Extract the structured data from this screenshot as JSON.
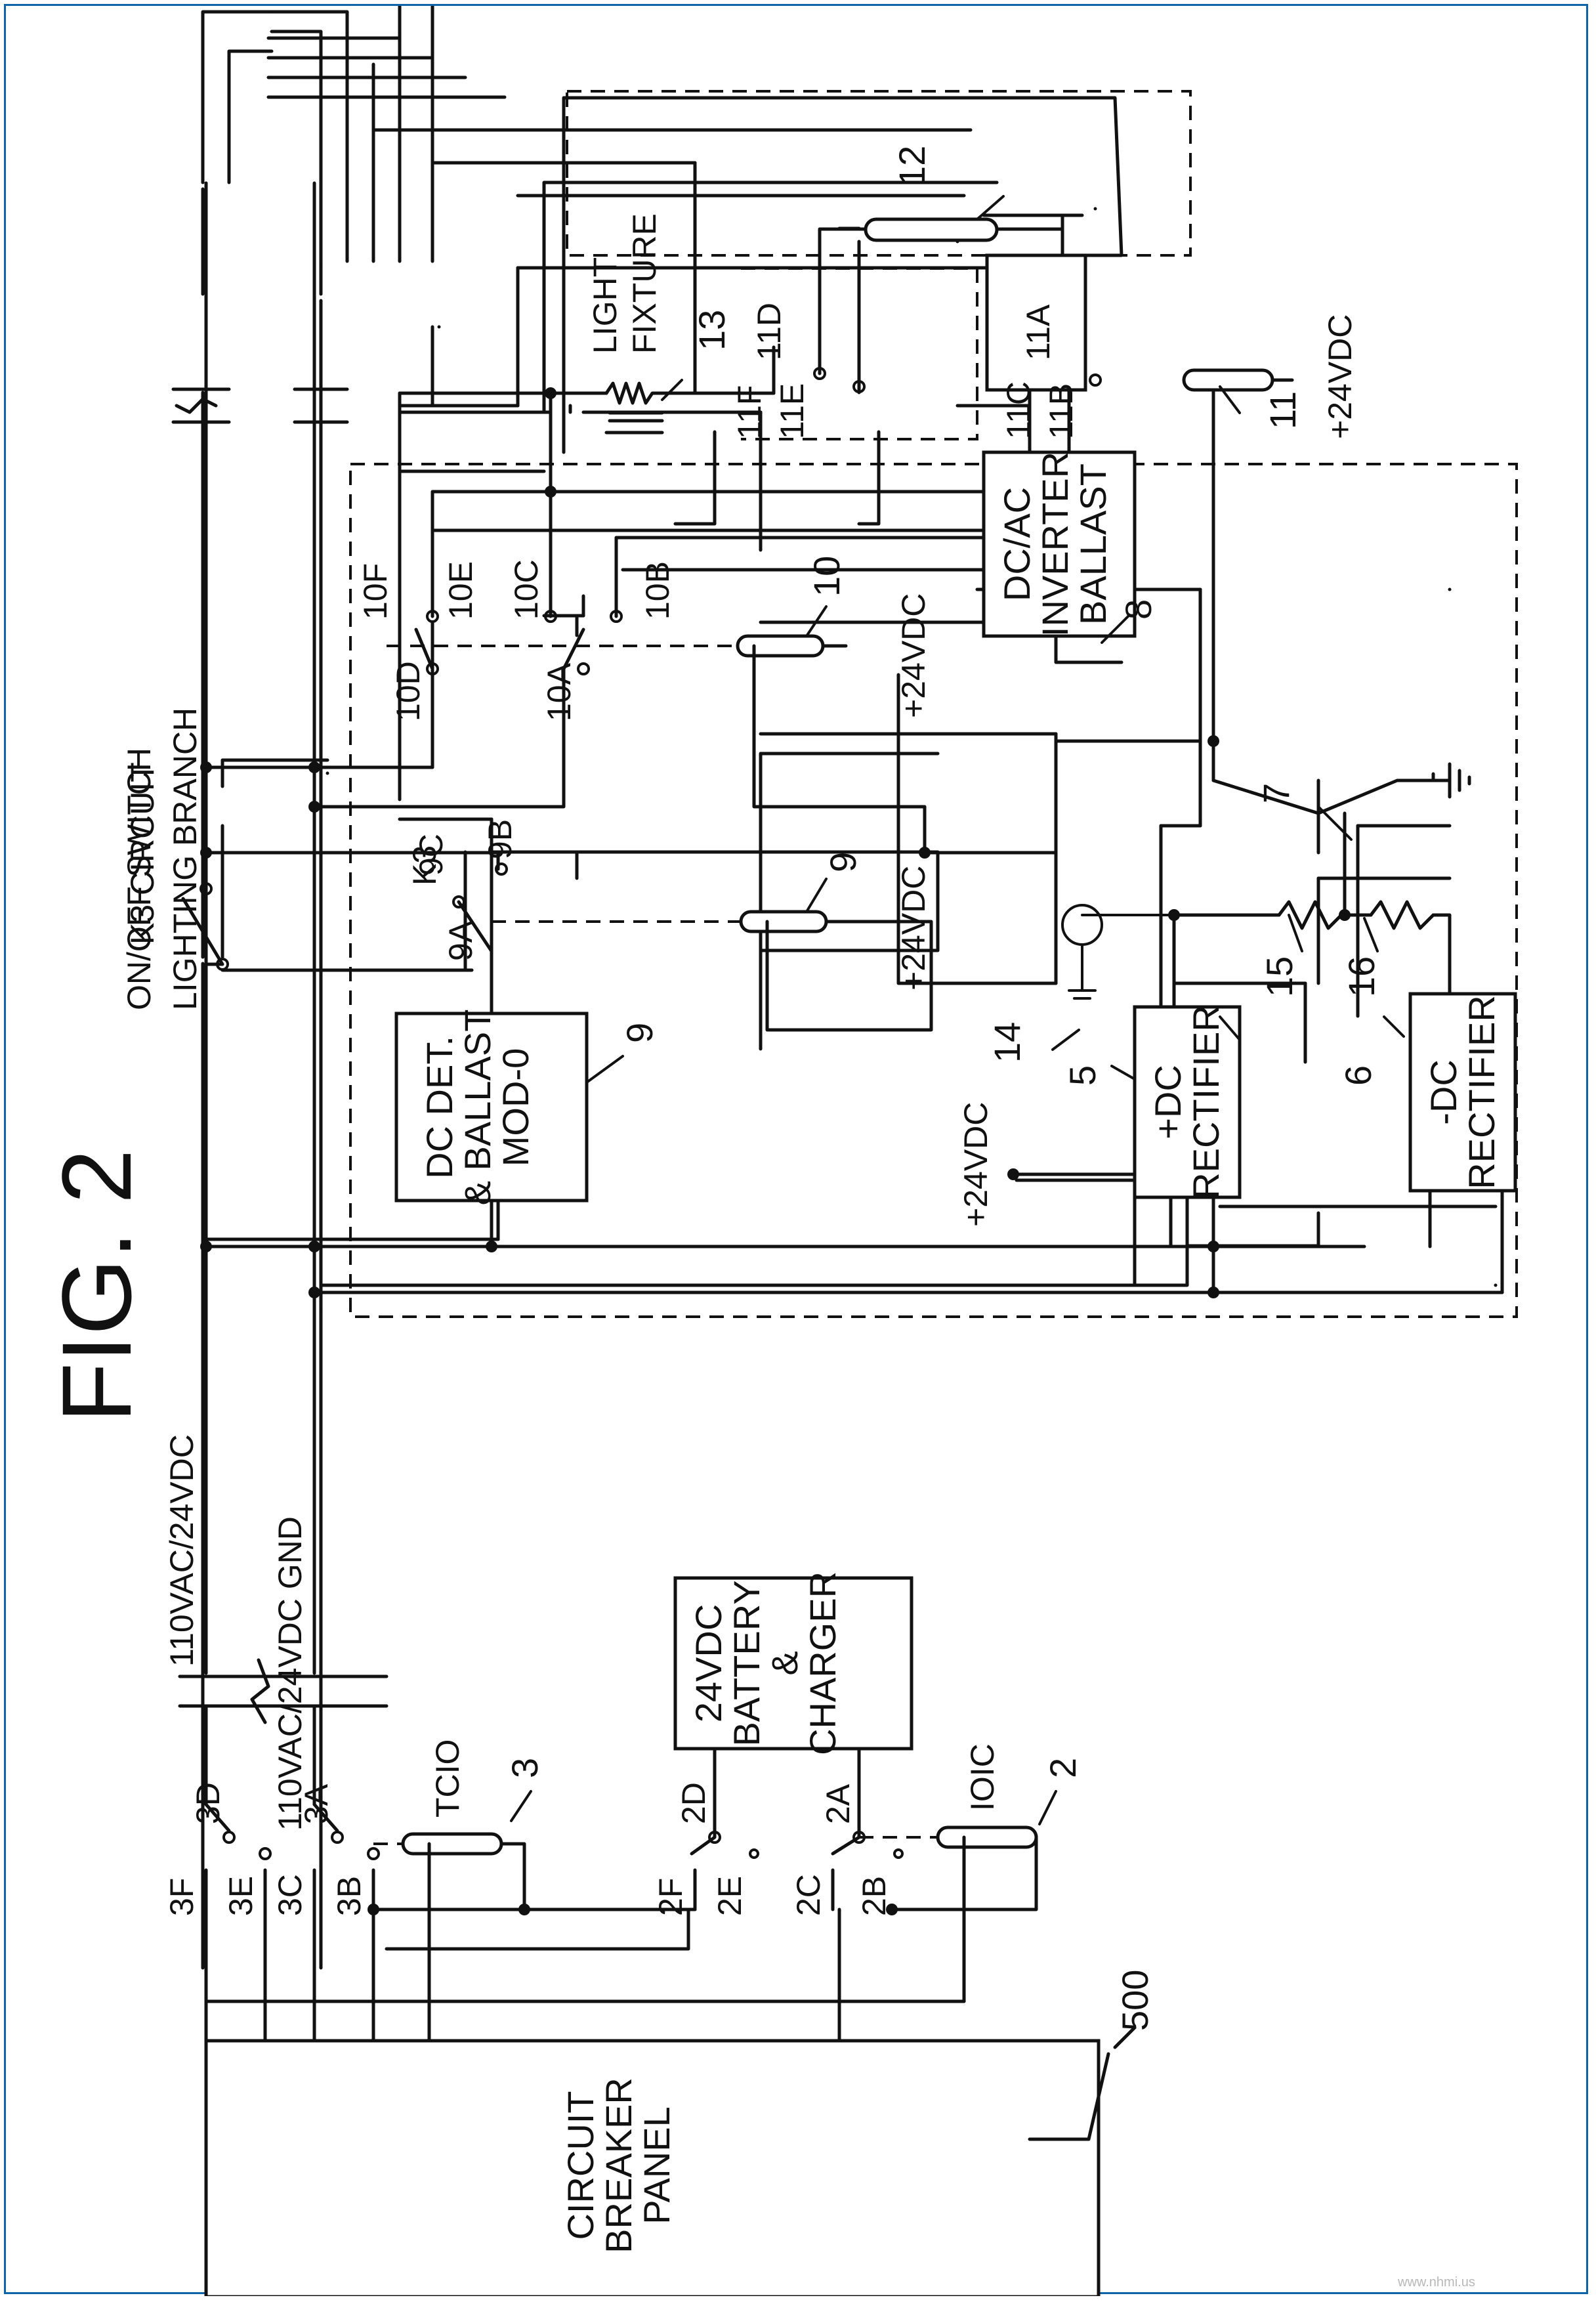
{
  "figure": {
    "title": "FIG. 2"
  },
  "labels": {
    "panel_ref": "500",
    "line_ac_dc": "110VAC/24VDC",
    "line_gnd": "110VAC/24VDC GND",
    "on_off_1": "ON/OFF SWITCH",
    "on_off_2": "LIGHTING BRANCH",
    "k3_circuit": "K3 CIRCUIT",
    "k3": "K3",
    "light_fixture_1": "LIGHT",
    "light_fixture_2": "FIXTURE",
    "supply_24vdc": "+24VDC"
  },
  "components": {
    "circuit_breaker_panel": [
      "CIRCUIT",
      "BREAKER",
      "PANEL"
    ],
    "battery_charger": [
      "24VDC",
      "BATTERY",
      "&",
      "CHARGER"
    ],
    "dc_det": [
      "DC DET.",
      "& BALLAST",
      "MOD-0"
    ],
    "inverter": [
      "DC/AC",
      "INVERTER",
      "BALLAST"
    ],
    "pos_rectifier": [
      "+DC",
      "RECTIFIER"
    ],
    "neg_rectifier": [
      "-DC",
      "RECTIFIER"
    ]
  },
  "relays": {
    "tc10": "TCIO",
    "ioic": "IOIC"
  },
  "refs": {
    "r2": "2",
    "r3": "3",
    "r5": "5",
    "r6": "6",
    "r7": "7",
    "r8": "8",
    "r9": "9",
    "r9b": "9",
    "r10": "10",
    "r11": "11",
    "r12": "12",
    "r13": "13",
    "r14": "14",
    "r15": "15",
    "r16": "16"
  },
  "terminals": {
    "t3F": "3F",
    "t3D": "3D",
    "t3E": "3E",
    "t3C": "3C",
    "t3A": "3A",
    "t3B": "3B",
    "t2F": "2F",
    "t2D": "2D",
    "t2E": "2E",
    "t2C": "2C",
    "t2A": "2A",
    "t2B": "2B",
    "t9A": "9A",
    "t9C": "9C",
    "t9B": "9B",
    "t10F": "10F",
    "t10D": "10D",
    "t10E": "10E",
    "t10C": "10C",
    "t10A": "10A",
    "t10B": "10B",
    "t11F": "11F",
    "t11E": "11E",
    "t11D": "11D",
    "t11C": "11C",
    "t11B": "11B",
    "t11A": "11A"
  },
  "watermark": "www.nhmi.us"
}
